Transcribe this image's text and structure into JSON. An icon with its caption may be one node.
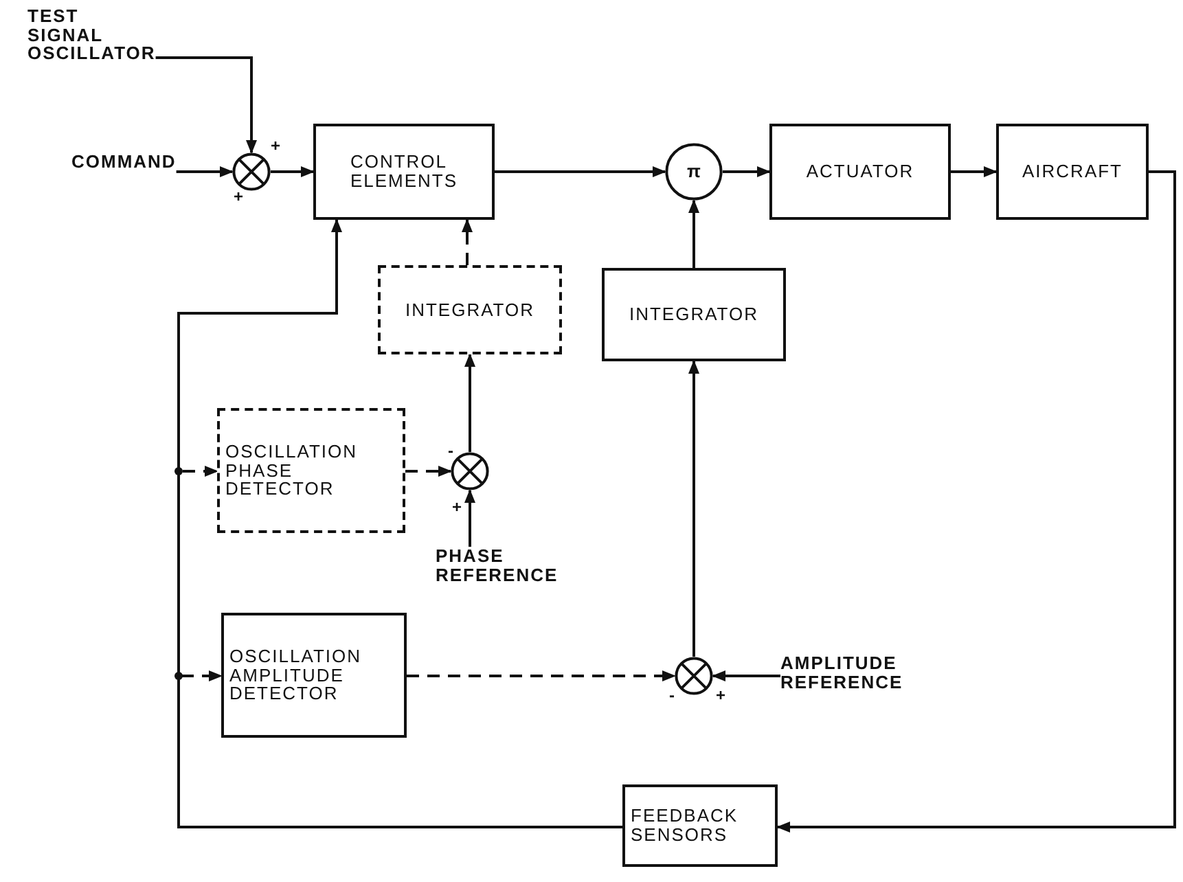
{
  "diagram": {
    "nodes": [
      {
        "text": [
          "TEST SIGNAL OSCILLATOR"
        ]
      },
      {
        "text": [
          "COMMAND"
        ]
      },
      {
        "text": [],
        "shape": "circle"
      },
      {
        "text": [
          "CONTROL ELEMENTS"
        ]
      },
      {
        "text": [
          "π"
        ]
      },
      {
        "text": [
          "ACTUATOR"
        ]
      },
      {
        "text": [
          "AIRCRAFT"
        ]
      },
      {
        "text": [
          "INTEGRATOR"
        ]
      },
      {
        "text": [
          "INTEGRATOR"
        ]
      },
      {
        "text": [
          "OSCILLATION PHASE DETECTOR"
        ]
      },
      {
        "text": [],
        "shape": "circle"
      },
      {
        "text": [
          "PHASE REFERENCE"
        ]
      },
      {
        "text": [
          "OSCILLATION AMPLITUDE DETECTOR"
        ]
      },
      {
        "text": [],
        "shape": "circle"
      },
      {
        "text": [
          "AMPLITUDE REFERENCE"
        ]
      },
      {
        "text": [
          "FEEDBACK SENSORS"
        ]
      }
    ],
    "edges": [
      {
        "from": 0,
        "to": 2,
        "arrow": "to"
      },
      {
        "from": 1,
        "to": 2,
        "arrow": "to"
      },
      {
        "from": 2,
        "to": 3,
        "arrow": "to"
      },
      {
        "from": 3,
        "to": 4,
        "arrow": "to"
      },
      {
        "from": 4,
        "to": 5,
        "arrow": "to"
      },
      {
        "from": 5,
        "to": 6,
        "arrow": "to"
      },
      {
        "from": 6,
        "to": 15,
        "arrow": "to"
      },
      {
        "from": 15,
        "to": 3,
        "arrow": "to"
      },
      {
        "from": 15,
        "to": 9,
        "arrow": "to",
        "style": "dashed"
      },
      {
        "from": 15,
        "to": 12,
        "arrow": "to",
        "style": "dashed"
      },
      {
        "from": 9,
        "to": 10,
        "arrow": "to",
        "style": "dashed"
      },
      {
        "from": 11,
        "to": 10,
        "arrow": "to"
      },
      {
        "from": 10,
        "to": 7,
        "arrow": "to"
      },
      {
        "from": 7,
        "to": 3,
        "arrow": "to",
        "style": "dashed"
      },
      {
        "from": 8,
        "to": 4,
        "arrow": "to"
      },
      {
        "from": 13,
        "to": 8,
        "arrow": "to"
      },
      {
        "from": 12,
        "to": 13,
        "arrow": "to",
        "style": "dashed"
      },
      {
        "from": 14,
        "to": 13,
        "arrow": "to"
      }
    ],
    "labels": [
      "+",
      "+",
      "-",
      "+",
      "-",
      "+"
    ]
  }
}
